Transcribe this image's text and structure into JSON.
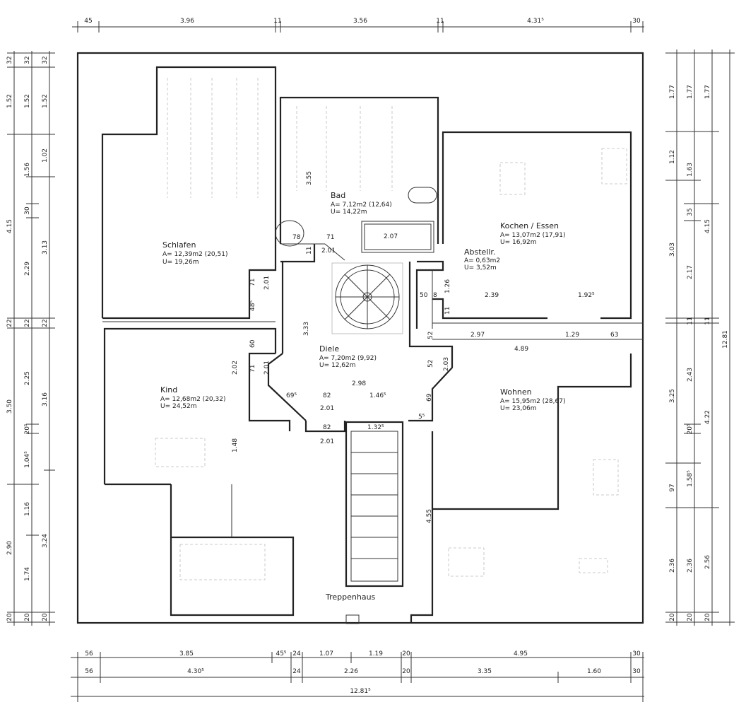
{
  "rooms": {
    "schlafen": {
      "name": "Schlafen",
      "area": "A= 12,39m2 (20,51)",
      "perimeter": "U= 19,26m"
    },
    "bad": {
      "name": "Bad",
      "area": "A= 7,12m2 (12,64)",
      "perimeter": "U= 14,22m"
    },
    "kochen": {
      "name": "Kochen / Essen",
      "area": "A= 13,07m2 (17,91)",
      "perimeter": "U= 16,92m"
    },
    "abstell": {
      "name": "Abstellr.",
      "area": "A= 0,63m2",
      "perimeter": "U= 3,52m"
    },
    "kind": {
      "name": "Kind",
      "area": "A= 12,68m2 (20,32)",
      "perimeter": "U= 24,52m"
    },
    "diele": {
      "name": "Diele",
      "area": "A= 7,20m2 (9,92)",
      "perimeter": "U= 12,62m"
    },
    "wohnen": {
      "name": "Wohnen",
      "area": "A= 15,95m2 (28,67)",
      "perimeter": "U= 23,06m"
    },
    "treppenhaus": {
      "name": "Treppenhaus"
    }
  },
  "dims_top": [
    "45",
    "3.96",
    "11",
    "3.56",
    "11",
    "4.31⁵",
    "30"
  ],
  "dims_bottom_1": [
    "56",
    "3.85",
    "45⁵",
    "24",
    "1.07",
    "1.19",
    "20",
    "4.95",
    "30"
  ],
  "dims_bottom_2": [
    "56",
    "4.30⁵",
    "24",
    "2.26",
    "20",
    "3.35",
    "1.60",
    "30"
  ],
  "dims_bottom_total": "12.81⁵",
  "dims_left_1": [
    "32",
    "1.52",
    "4.15",
    "22",
    "3.50",
    "2.90",
    "20"
  ],
  "dims_left_2": [
    "32",
    "1.52",
    "1.56",
    "30",
    "2.29",
    "22",
    "2.25",
    "20⁵",
    "1.04⁵",
    "1.16",
    "1.74",
    "20"
  ],
  "dims_left_3": [
    "32",
    "1.52",
    "1.02",
    "3.13",
    "22",
    "3.16",
    "3.24",
    "20"
  ],
  "dims_right_1": [
    "1.77",
    "1.12",
    "3.03",
    "3.25",
    "97",
    "2.36",
    "20"
  ],
  "dims_right_2": [
    "1.77",
    "1.63",
    "35",
    "2.17",
    "11",
    "2.43",
    "20⁵",
    "1.58⁵",
    "2.36",
    "20"
  ],
  "dims_right_3": [
    "1.77",
    "4.15",
    "11",
    "4.22",
    "2.56",
    "20"
  ],
  "dims_right_total": "12.81",
  "dims_inner": {
    "bad_h": "3.55",
    "bad_w": "2.07",
    "bath_door": "71",
    "bad_door_w": "2.01",
    "wc": "78",
    "bad_small": "11",
    "schlafen_door_v": "71",
    "diele_upper": "2.01",
    "diele_48": "48⁵",
    "kind_60": "60",
    "kind_door_v": "71",
    "kind_201": "2.01",
    "kind_202": "2.02",
    "diele_h": "3.33",
    "diele_82a": "82",
    "diele_298": "2.98",
    "diele_695": "69⁵",
    "diele_146": "1.46⁵",
    "diele_201b": "2.01",
    "diele_82b": "82",
    "diele_132": "1.32⁵",
    "diele_201c": "2.01",
    "kind_148": "1.48",
    "kochen_50": "50",
    "kochen_8": "8",
    "kochen_126": "1.26",
    "kochen_11": "11",
    "kochen_239": "2.39",
    "kochen_192": "1.92⁵",
    "wohnen_297": "2.97",
    "wohnen_129": "1.29",
    "wohnen_63": "63",
    "wohnen_489": "4.89",
    "diele_52a": "52",
    "diele_52b": "52",
    "wohnen_203": "2.03",
    "wohnen_69": "69",
    "wohnen_55": "5⁵",
    "wohnen_455": "4.55"
  }
}
